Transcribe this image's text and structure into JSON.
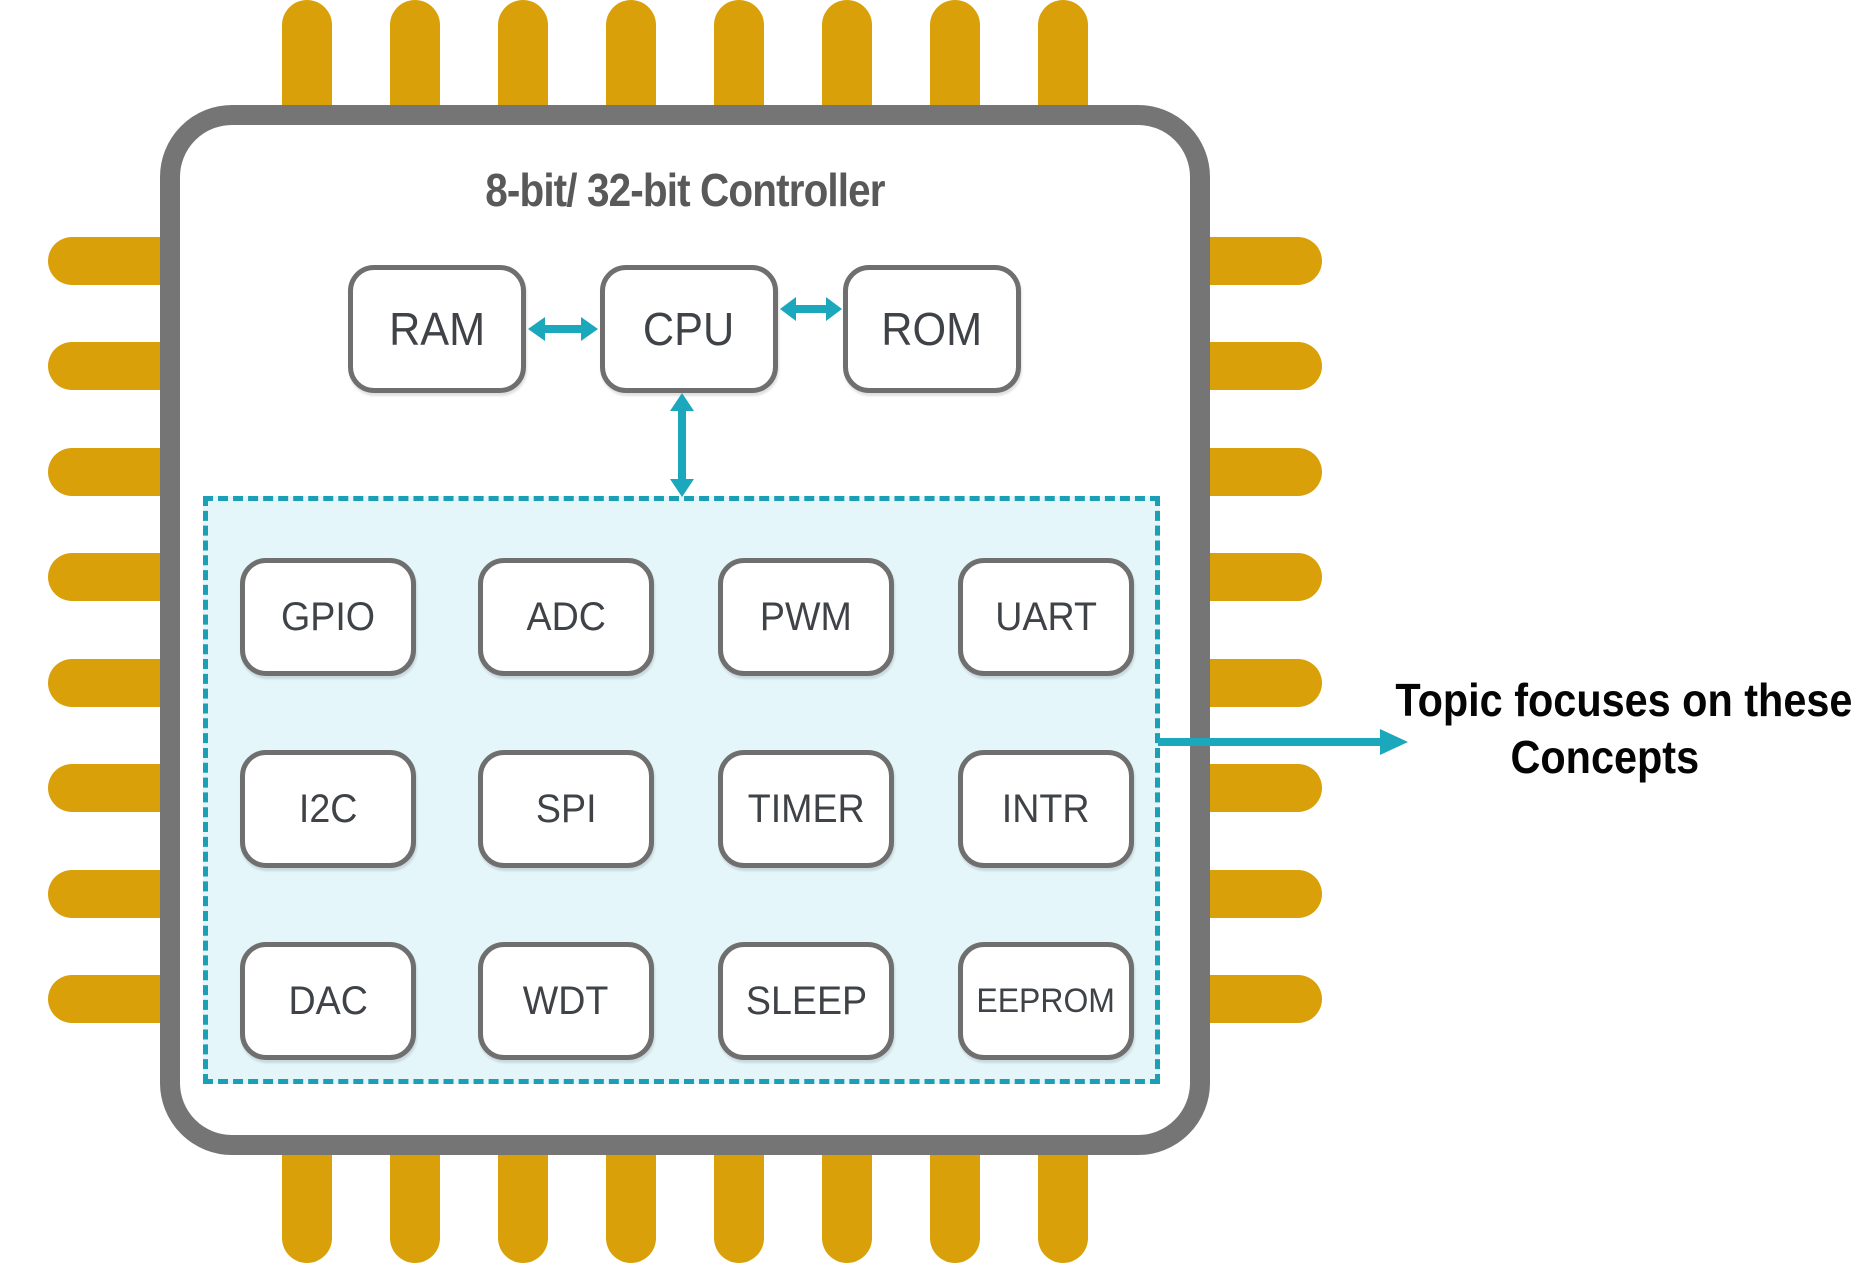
{
  "diagram": {
    "chip_title": "8-bit/ 32-bit Controller",
    "memory": [
      "RAM",
      "CPU",
      "ROM"
    ],
    "peripherals": [
      [
        "GPIO",
        "ADC",
        "PWM",
        "UART"
      ],
      [
        "I2C",
        "SPI",
        "TIMER",
        "INTR"
      ],
      [
        "DAC",
        "WDT",
        "SLEEP",
        "EEPROM"
      ]
    ],
    "annotation": {
      "line1": "Topic focuses on these",
      "line2": "Concepts"
    },
    "colors": {
      "pin_gold": "#D9A00A",
      "chip_border_gray": "#757575",
      "box_border_gray": "#6F6F6F",
      "arrow_teal": "#1BA8BD",
      "dashed_border_teal": "#1A9FB5",
      "peripheral_area_cyan": "#E4F6FA",
      "label_text": "#3F4347",
      "title_text": "#595959",
      "annotation_text": "#050505"
    }
  }
}
